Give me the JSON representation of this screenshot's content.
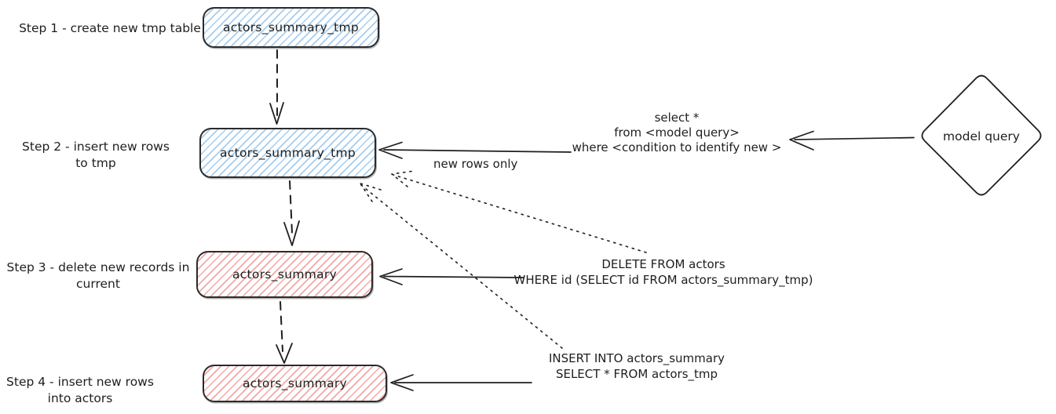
{
  "diagram": {
    "steps": {
      "step1": {
        "label_line1": "Step 1 - create new tmp table",
        "label_line2": "",
        "node": "actors_summary_tmp",
        "node_color": "blue"
      },
      "step2": {
        "label_line1": "Step 2 - insert new rows",
        "label_line2": "to tmp",
        "node": "actors_summary_tmp",
        "node_color": "blue"
      },
      "step3": {
        "label_line1": "Step 3 - delete new records in",
        "label_line2": "current",
        "node": "actors_summary",
        "node_color": "red"
      },
      "step4": {
        "label_line1": "Step 4 - insert new rows",
        "label_line2": "into actors",
        "node": "actors_summary",
        "node_color": "red"
      }
    },
    "annotations": {
      "new_rows_only": "new rows only",
      "select_query": {
        "line1": "select *",
        "line2": "from <model query>",
        "line3": "where <condition to identify new >"
      },
      "delete_query": {
        "line1": "DELETE FROM actors",
        "line2": "WHERE id (SELECT id FROM actors_summary_tmp)"
      },
      "insert_query": {
        "line1": "INSERT INTO actors_summary",
        "line2": "SELECT * FROM actors_tmp"
      }
    },
    "model_query": {
      "label": "model query"
    },
    "colors": {
      "ink": "#1e1e1e",
      "blue_hatch": "#a5cdee",
      "red_hatch": "#f0a8a8",
      "background": "#ffffff"
    }
  }
}
